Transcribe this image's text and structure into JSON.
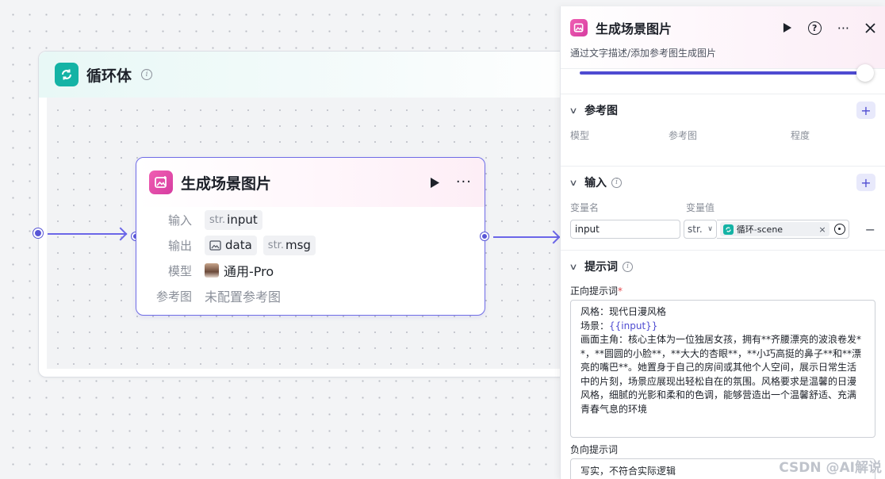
{
  "loop_node": {
    "title": "循环体"
  },
  "image_node": {
    "title": "生成场景图片",
    "input_label": "输入",
    "input_type": "str.",
    "input_value": "input",
    "output_label": "输出",
    "output_1": "data",
    "output_2_type": "str.",
    "output_2": "msg",
    "model_label": "模型",
    "model_value": "通用-Pro",
    "ref_label": "参考图",
    "ref_value": "未配置参考图"
  },
  "panel": {
    "title": "生成场景图片",
    "description": "通过文字描述/添加参考图生成图片",
    "slider_level": 1.0,
    "reference": {
      "title": "参考图",
      "col_model": "模型",
      "col_ref": "参考图",
      "col_degree": "程度"
    },
    "inputs": {
      "title": "输入",
      "col_name": "变量名",
      "col_value": "变量值",
      "row_name": "input",
      "row_type": "str.",
      "row_ref_source": "循环",
      "row_ref_sep": " - ",
      "row_ref_var": "scene"
    },
    "prompt": {
      "title": "提示词",
      "positive_label": "正向提示词",
      "positive_line1": "风格：现代日漫风格",
      "positive_line2_prefix": "场景：",
      "positive_line2_var": "{{input}}",
      "positive_rest": "画面主角：核心主体为一位独居女孩，拥有**齐腰漂亮的波浪卷发**，**圆圆的小脸**，**大大的杏眼**，**小巧高挺的鼻子**和**漂亮的嘴巴**。她置身于自己的房间或其他个人空间，展示日常生活中的片刻，场景应展现出轻松自在的氛围。风格要求是温馨的日漫风格，细腻的光影和柔和的色调，能够营造出一个温馨舒适、充满青春气息的环境",
      "negative_label": "负向提示词",
      "negative_value": "写实，不符合实际逻辑"
    }
  },
  "watermark": "CSDN @AI解说",
  "colors": {
    "accent": "#4e4bd1",
    "edge": "#6b66e8",
    "loop_icon": "#14b3a5",
    "image_icon": "#e04aa8"
  },
  "icons": [
    "loop-icon",
    "image-gen-icon",
    "play-icon",
    "more-icon",
    "help-icon",
    "close-icon",
    "info-icon",
    "chevron-down-icon",
    "plus-icon",
    "minus-icon",
    "target-icon"
  ]
}
